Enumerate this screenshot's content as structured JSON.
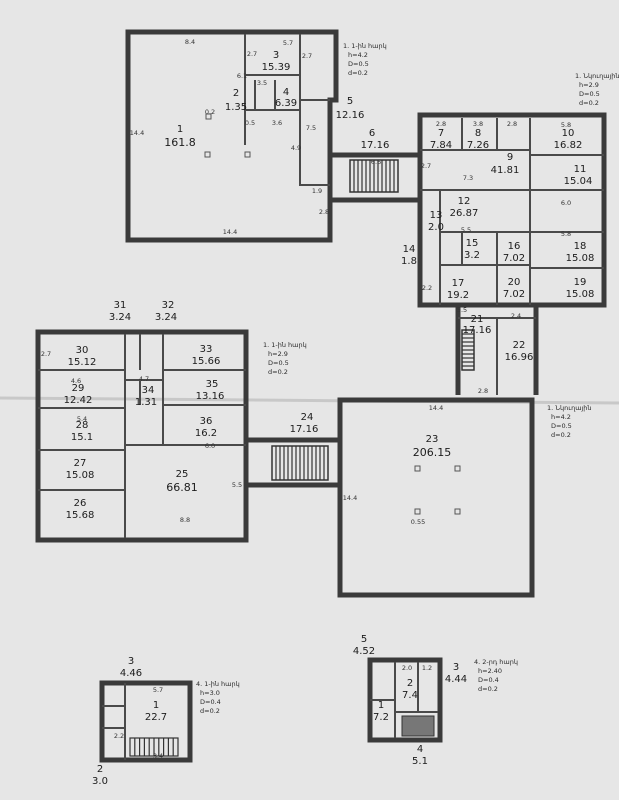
{
  "rooms": [
    {
      "n": "1",
      "a": "161.8"
    },
    {
      "n": "2",
      "a": "1.35"
    },
    {
      "n": "3",
      "a": "15.39"
    },
    {
      "n": "4",
      "a": "6.39"
    },
    {
      "n": "5",
      "a": "12.16"
    },
    {
      "n": "6",
      "a": "17.16"
    },
    {
      "n": "7",
      "a": "7.84"
    },
    {
      "n": "8",
      "a": "7.26"
    },
    {
      "n": "9",
      "a": "41.81"
    },
    {
      "n": "10",
      "a": "16.82"
    },
    {
      "n": "11",
      "a": "15.04"
    },
    {
      "n": "12",
      "a": "26.87"
    },
    {
      "n": "13",
      "a": "2.0"
    },
    {
      "n": "14",
      "a": "1.8"
    },
    {
      "n": "15",
      "a": "3.2"
    },
    {
      "n": "16",
      "a": "7.02"
    },
    {
      "n": "17",
      "a": "19.2"
    },
    {
      "n": "18",
      "a": "15.08"
    },
    {
      "n": "19",
      "a": "15.08"
    },
    {
      "n": "20",
      "a": "7.02"
    },
    {
      "n": "21",
      "a": "17.16"
    },
    {
      "n": "22",
      "a": "16.96"
    },
    {
      "n": "23",
      "a": "206.15"
    },
    {
      "n": "24",
      "a": "17.16"
    },
    {
      "n": "25",
      "a": "66.81"
    },
    {
      "n": "26",
      "a": "15.68"
    },
    {
      "n": "27",
      "a": "15.08"
    },
    {
      "n": "28",
      "a": "15.1"
    },
    {
      "n": "29",
      "a": "12.42"
    },
    {
      "n": "30",
      "a": "15.12"
    },
    {
      "n": "31",
      "a": "3.24"
    },
    {
      "n": "32",
      "a": "3.24"
    },
    {
      "n": "33",
      "a": "15.66"
    },
    {
      "n": "34",
      "a": "1.31"
    },
    {
      "n": "35",
      "a": "13.16"
    },
    {
      "n": "36",
      "a": "16.2"
    }
  ],
  "small_a": [
    {
      "n": "1",
      "a": "22.7"
    },
    {
      "n": "2",
      "a": "3.0"
    },
    {
      "n": "3",
      "a": "4.46"
    }
  ],
  "small_b": [
    {
      "n": "1",
      "a": "7.2"
    },
    {
      "n": "2",
      "a": "7.4"
    },
    {
      "n": "3",
      "a": "4.44"
    },
    {
      "n": "4",
      "a": "5.1"
    },
    {
      "n": "5",
      "a": "4.52"
    }
  ],
  "legends": {
    "top_left": [
      "1. 1-ին հարկ",
      "h=4.2",
      "D=0.5",
      "d=0.2"
    ],
    "top_right": [
      "1. Նկուղային",
      "h=2.9",
      "D=0.5",
      "d=0.2"
    ],
    "mid_left": [
      "1. 1-ին հարկ",
      "h=2.9",
      "D=0.5",
      "d=0.2"
    ],
    "mid_right": [
      "1. Նկուղային",
      "h=4.2",
      "D=0.5",
      "d=0.2"
    ],
    "small_a": [
      "4. 1-ին հարկ",
      "h=3.0",
      "D=0.4",
      "d=0.2"
    ],
    "small_b": [
      "4. 2-րդ հարկ",
      "h=2.40",
      "D=0.4",
      "d=0.2"
    ]
  },
  "dims": {
    "b1_top": "8.4",
    "b1_bottom": "14.4",
    "b1_left": "14.4",
    "d_2_7a": "2.7",
    "d_5_7": "5.7",
    "d_3_5": "3.5",
    "d_2_7b": "2.7",
    "d_0_5": "0.5",
    "d_3_6": "3.6",
    "d_7_5": "7.5",
    "d_4_9": "4.9",
    "d_6_1": "6.1",
    "d_1_9": "1.9",
    "d_2_8": "2.8",
    "d_6_6": "6.6",
    "d_0_2": "0.2",
    "c_2_8a": "2.8",
    "c_3_8": "3.8",
    "c_2_8b": "2.8",
    "c_5_8a": "5.8",
    "c_2_7": "2.7",
    "c_5_8b": "5.8",
    "c_7_3": "7.3",
    "c_2_4": "2.4",
    "c_5_5": "5.5",
    "c_2_2": "2.2",
    "c_6_0": "6.0",
    "c_5_5b": "5.5",
    "b2_14_4": "14.4",
    "b2_14_4v": "14.4",
    "b2_0_55": "0.55",
    "w_8_8": "8.8",
    "w_2_7": "2.7",
    "w_4_6": "4.6",
    "w_5_4": "5.4",
    "w_4_7": "4.7",
    "w_5_5": "5.5",
    "w_6_0": "6.0",
    "w_2_8": "2.8",
    "sa_5_7": "5.7",
    "sa_2_2": "2.2",
    "sa_3_4": "3.4",
    "sb_2_0": "2.0",
    "sb_1_2": "1.2"
  }
}
